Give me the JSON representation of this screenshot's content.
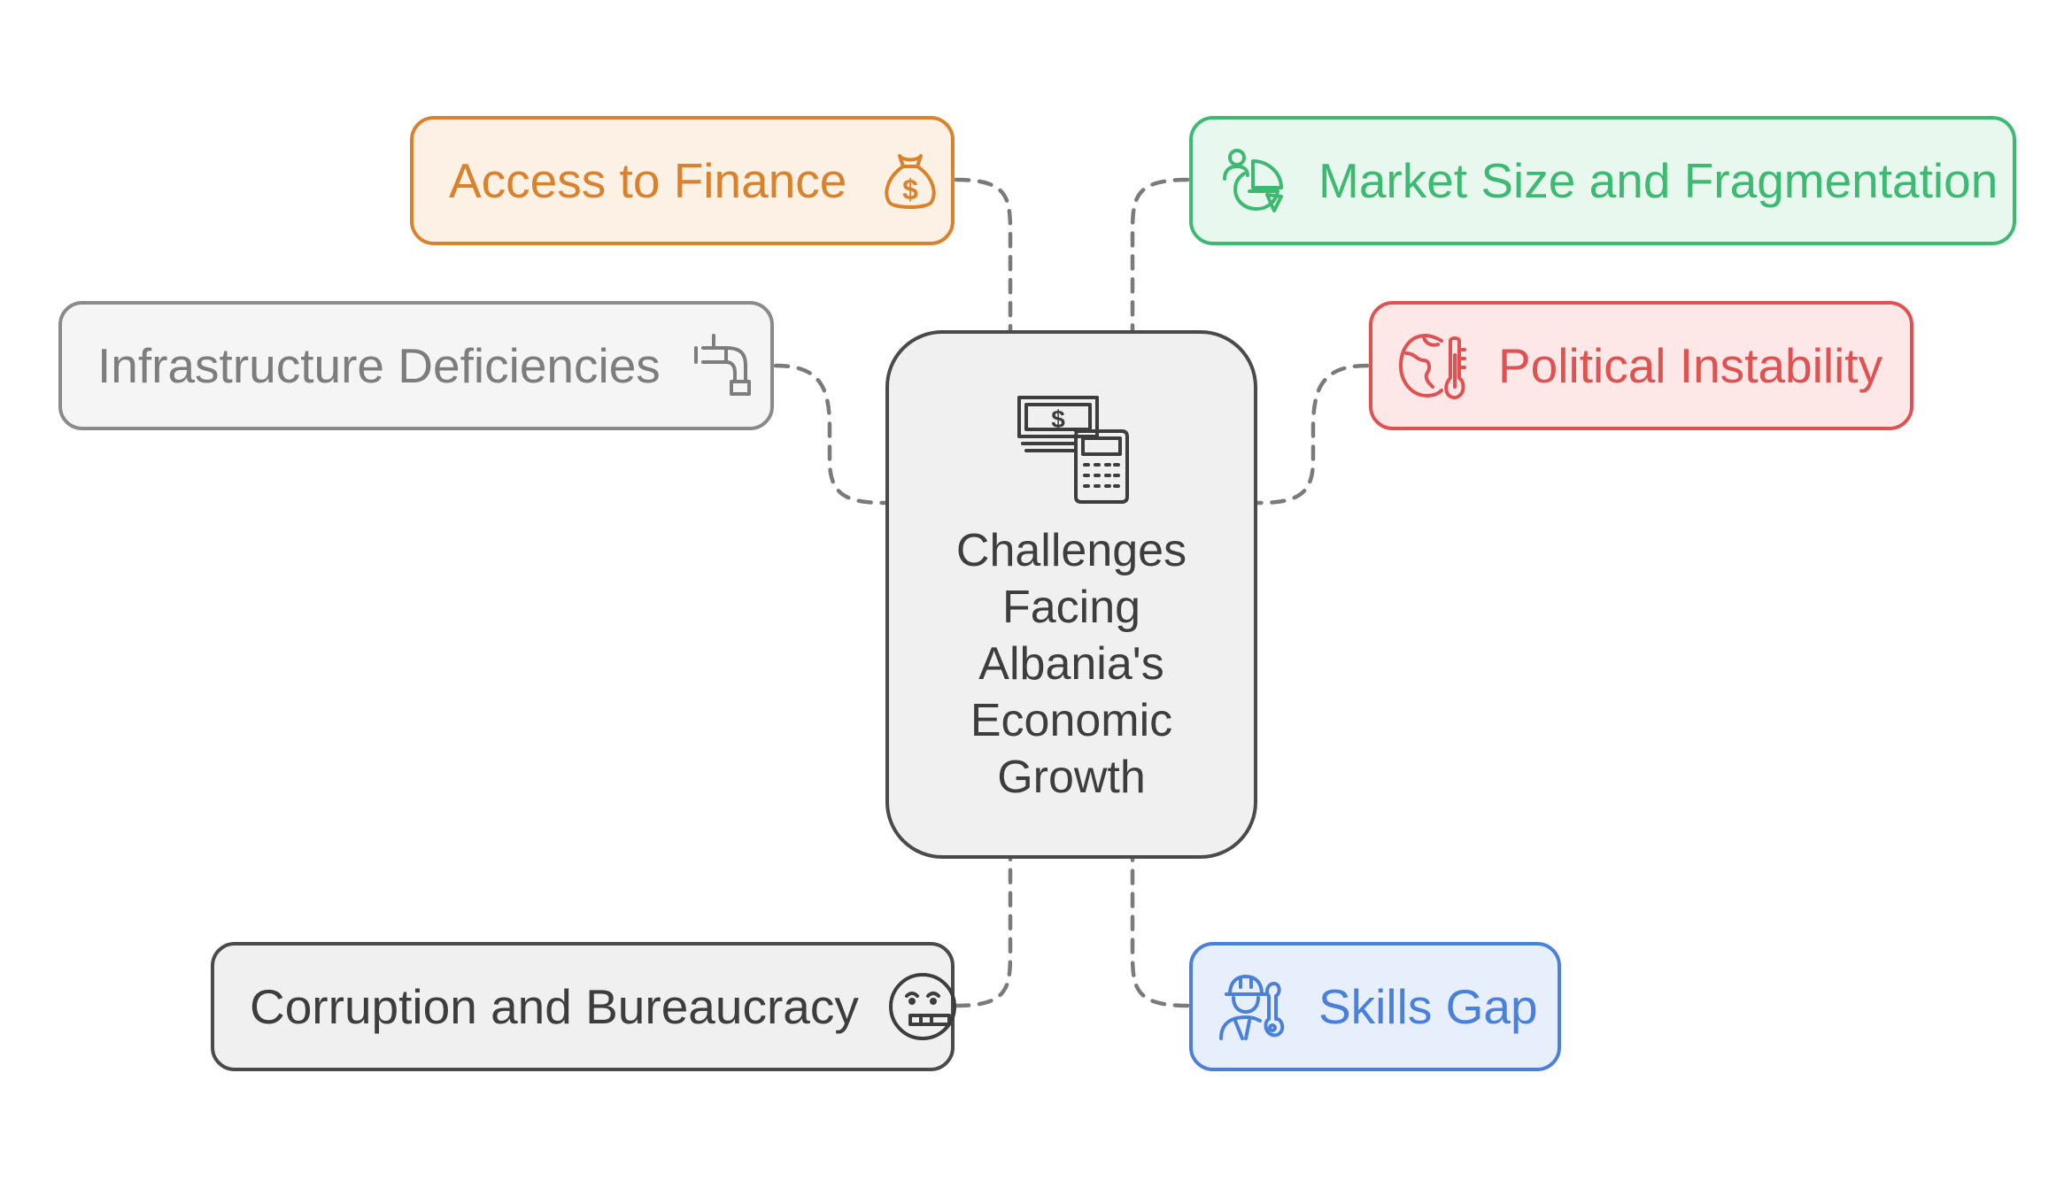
{
  "center": {
    "title": "Challenges Facing Albania's Economic Growth",
    "icon": "money-calculator-icon",
    "color": "#3d3d3d",
    "border": "#4a4a4a",
    "background": "#f0f0f0"
  },
  "nodes": [
    {
      "id": "finance",
      "label": "Access to Finance",
      "icon": "money-bag-icon",
      "color": "#d9822b",
      "border": "#d9822b",
      "background": "#fdf1e6"
    },
    {
      "id": "infrastructure",
      "label": "Infrastructure Deficiencies",
      "icon": "pipe-icon",
      "color": "#7d7d7d",
      "border": "#8a8a8a",
      "background": "#f5f5f5"
    },
    {
      "id": "corruption",
      "label": "Corruption and Bureaucracy",
      "icon": "money-mouth-face-icon",
      "color": "#3d3d3d",
      "border": "#4a4a4a",
      "background": "#f0f0f0"
    },
    {
      "id": "market",
      "label": "Market Size and Fragmentation",
      "icon": "people-pie-chart-icon",
      "color": "#3dba72",
      "border": "#3dba72",
      "background": "#e9f8ef"
    },
    {
      "id": "political",
      "label": "Political Instability",
      "icon": "globe-thermometer-icon",
      "color": "#e05252",
      "border": "#e05252",
      "background": "#fde7e7"
    },
    {
      "id": "skills",
      "label": "Skills Gap",
      "icon": "worker-wrench-icon",
      "color": "#4a80d9",
      "border": "#4a80d9",
      "background": "#e7effc"
    }
  ],
  "connector_color": "#7a7a7a"
}
